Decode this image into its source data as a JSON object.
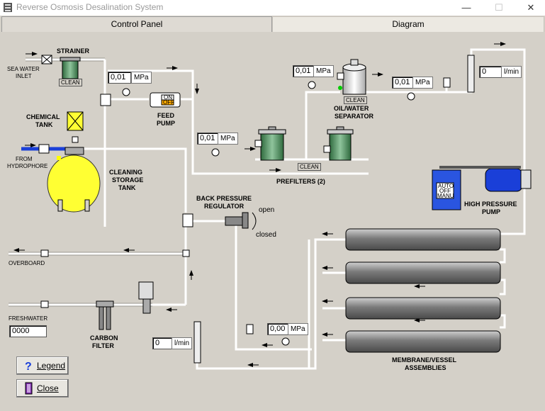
{
  "window": {
    "title": "Reverse Osmosis Desalination System",
    "min": "—",
    "max": "☐",
    "close": "✕"
  },
  "tabs": [
    {
      "label": "Control Panel"
    },
    {
      "label": "Diagram"
    }
  ],
  "labels": {
    "strainer": "STRAINER",
    "sea_water_inlet_1": "SEA WATER",
    "sea_water_inlet_2": "INLET",
    "chemical_tank_1": "CHEMICAL",
    "chemical_tank_2": "TANK",
    "from_hydrophore_1": "FROM",
    "from_hydrophore_2": "HYDROPHORE",
    "feed_pump_1": "FEED",
    "feed_pump_2": "PUMP",
    "cleaning_tank_1": "CLEANING",
    "cleaning_tank_2": "STORAGE",
    "cleaning_tank_3": "TANK",
    "oil_water_1": "OIL/WATER",
    "oil_water_2": "SEPARATOR",
    "prefilters": "PREFILTERS (2)",
    "back_pressure_1": "BACK PRESSURE",
    "back_pressure_2": "REGULATOR",
    "open": "open",
    "closed": "closed",
    "high_pressure_1": "HIGH PRESSURE",
    "high_pressure_2": "PUMP",
    "overboard": "OVERBOARD",
    "freshwater": "FRESHWATER",
    "carbon_filter_1": "CARBON",
    "carbon_filter_2": "FILTER",
    "membrane_1": "MEMBRANE/VESSEL",
    "membrane_2": "ASSEMBLIES",
    "clean": "CLEAN",
    "on": "ON",
    "off": "OFF",
    "auto": "AUTO",
    "manu": "MANU"
  },
  "readouts": {
    "feed_pressure": {
      "value": "0,01",
      "unit": "MPa"
    },
    "prefilter_pressure": {
      "value": "0,01",
      "unit": "MPa"
    },
    "separator_pressure": {
      "value": "0,01",
      "unit": "MPa"
    },
    "hp_inlet_pressure": {
      "value": "0,01",
      "unit": "MPa"
    },
    "hp_flow": {
      "value": "0",
      "unit": "l/min"
    },
    "reject_pressure": {
      "value": "0,00",
      "unit": "MPa"
    },
    "product_flow": {
      "value": "0",
      "unit": "l/min"
    },
    "freshwater_total": {
      "value": "0000"
    }
  },
  "buttons": {
    "legend": "Legend",
    "close": "Close"
  },
  "colors": {
    "tank": "#ffff33",
    "pump_blue": "#1a3fd8",
    "filter_green": "#4a8a5a",
    "membrane": "#8a8a8a"
  }
}
